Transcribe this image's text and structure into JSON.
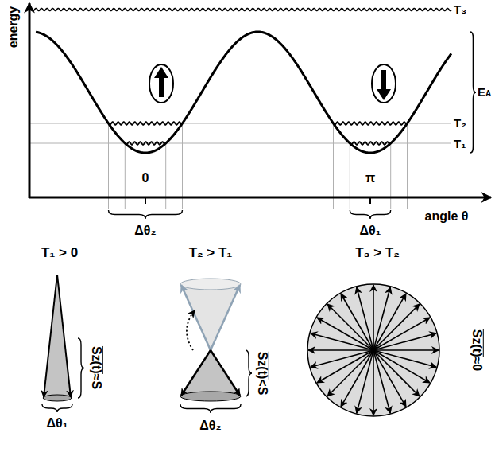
{
  "diagram": {
    "labels": [
      "energy",
      "T₃",
      "T₂",
      "T₁",
      "EA",
      "0",
      "π",
      "Δθ₂",
      "Δθ₁",
      "angle θ",
      "T₁ > 0",
      "T₂ > T₁",
      "T₃ > T₂",
      "Sz(t)≈S",
      "Δθ₁",
      "Sz(t)<S",
      "Δθ₂",
      "Sz(t)≈0"
    ]
  }
}
